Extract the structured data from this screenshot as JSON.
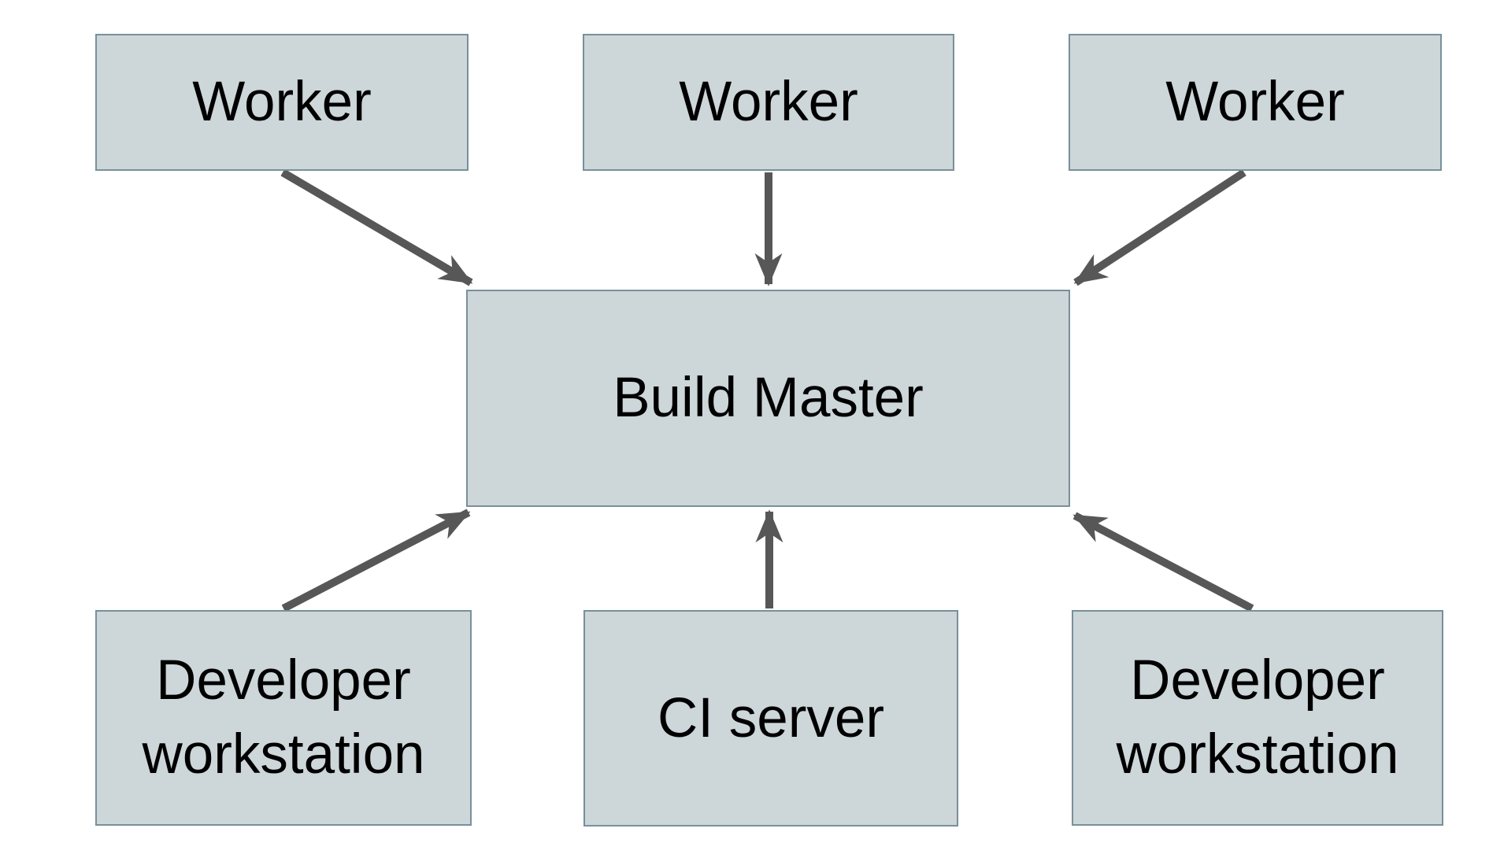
{
  "diagram": {
    "type": "flow-diagram",
    "nodes": {
      "worker_1": {
        "label": "Worker"
      },
      "worker_2": {
        "label": "Worker"
      },
      "worker_3": {
        "label": "Worker"
      },
      "build_master": {
        "label": "Build Master"
      },
      "developer_workstation_left": {
        "label": "Developer workstation"
      },
      "ci_server": {
        "label": "CI server"
      },
      "developer_workstation_right": {
        "label": "Developer workstation"
      }
    },
    "edges": [
      {
        "from": "worker_1",
        "to": "build_master"
      },
      {
        "from": "worker_2",
        "to": "build_master"
      },
      {
        "from": "worker_3",
        "to": "build_master"
      },
      {
        "from": "developer_workstation_left",
        "to": "build_master"
      },
      {
        "from": "ci_server",
        "to": "build_master"
      },
      {
        "from": "developer_workstation_right",
        "to": "build_master"
      }
    ],
    "colors": {
      "node_fill": "#cdd6d9",
      "node_border": "#78909b",
      "arrow": "#575757",
      "text": "#000000",
      "background": "#ffffff"
    }
  }
}
